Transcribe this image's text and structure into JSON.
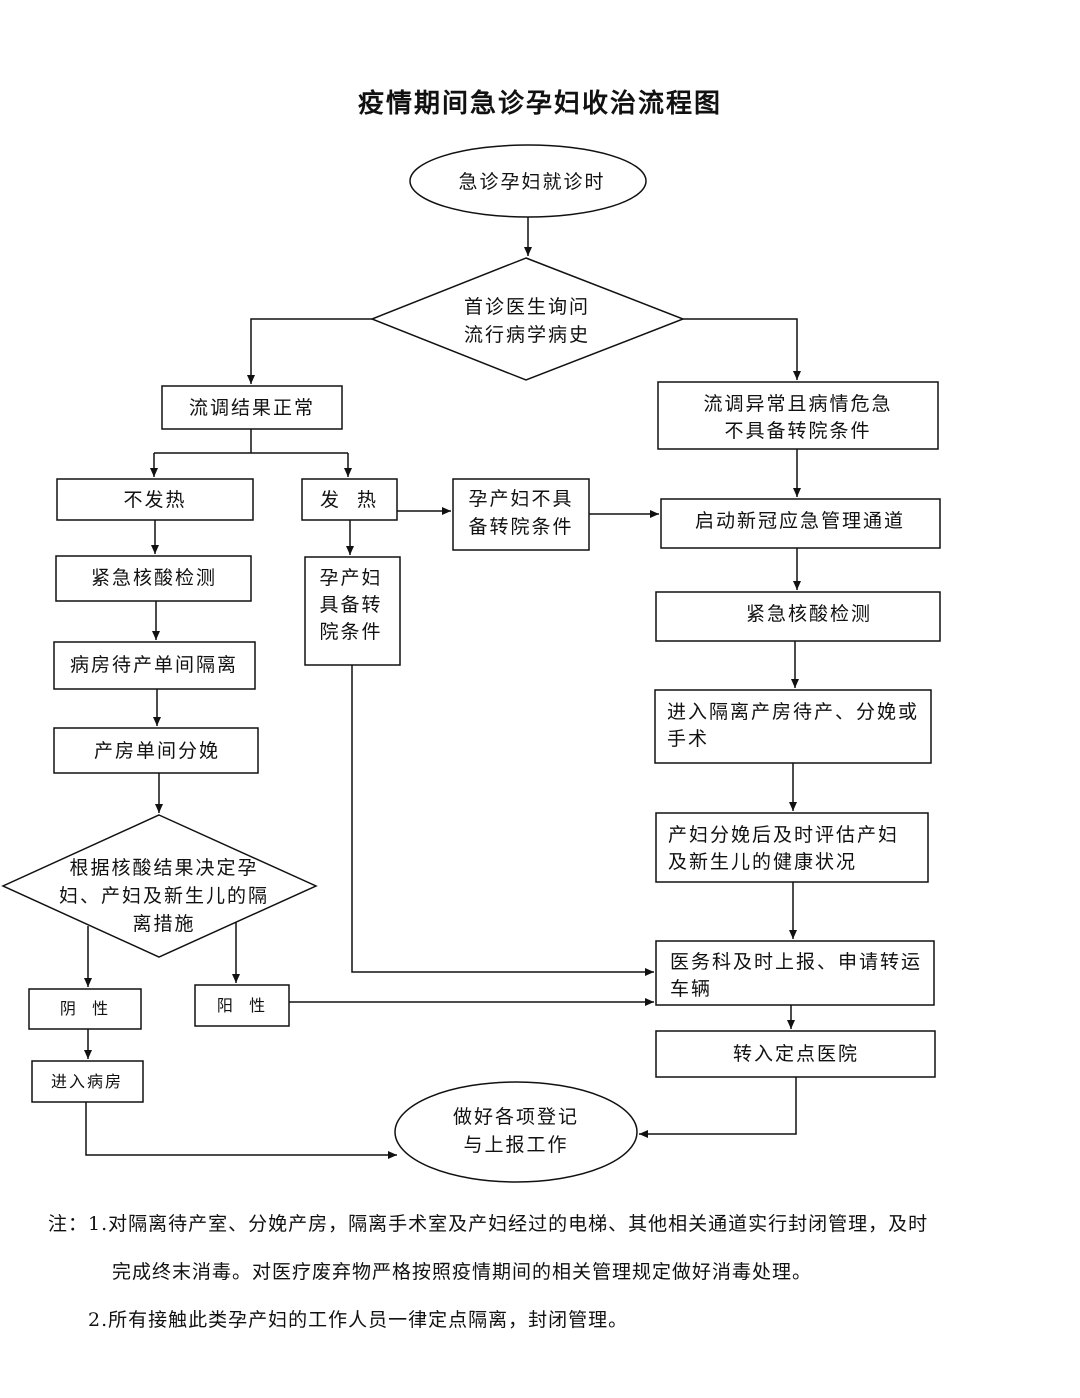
{
  "title": "疫情期间急诊孕妇收治流程图",
  "nodes": {
    "start": "急诊孕妇就诊时",
    "first_diag": [
      "首诊医生询问",
      "流行病学病史"
    ],
    "normal": "流调结果正常",
    "abnormal": [
      "流调异常且病情危急",
      "不具备转院条件"
    ],
    "no_fever": "不发热",
    "fever": "发  热",
    "not_transferable": [
      "孕产妇不具",
      "备转院条件"
    ],
    "emergency_channel": "启动新冠应急管理通道",
    "nucleic_test_left": "紧急核酸检测",
    "transferable": [
      "孕产妇",
      "具备转",
      "院条件"
    ],
    "nucleic_test_right": "紧急核酸检测",
    "ward_isolation": "病房待产单间隔离",
    "isolation_delivery": [
      "进入隔离产房待产、分娩或",
      "手术"
    ],
    "single_delivery": "产房单间分娩",
    "assessment": [
      "产妇分娩后及时评估产妇",
      "及新生儿的健康状况"
    ],
    "decision": [
      "根据核酸结果决定孕",
      "妇、产妇及新生儿的隔",
      "离措施"
    ],
    "report_transfer": [
      "医务科及时上报、申请转运",
      "车辆"
    ],
    "negative": "阴  性",
    "positive": "阳  性",
    "designated_hospital": "转入定点医院",
    "enter_ward": "进入病房",
    "end": [
      "做好各项登记",
      "与上报工作"
    ]
  },
  "notes": {
    "prefix": "注：",
    "item1_line1": "1.对隔离待产室、分娩产房，隔离手术室及产妇经过的电梯、其他相关通道实行封闭管理，及时",
    "item1_line2": "完成终末消毒。对医疗废弃物严格按照疫情期间的相关管理规定做好消毒处理。",
    "item2": "2.所有接触此类孕产妇的工作人员一律定点隔离，封闭管理。"
  }
}
